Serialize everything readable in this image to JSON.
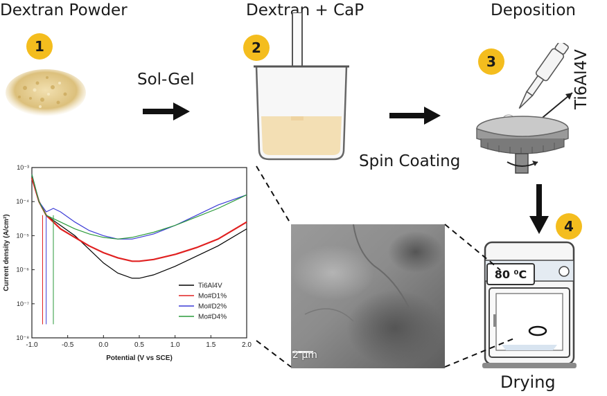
{
  "steps": {
    "s1": {
      "title": "Dextran Powder",
      "number": "1"
    },
    "s2": {
      "title": "Dextran + CaP",
      "number": "2"
    },
    "s3": {
      "title": "Deposition",
      "number": "3"
    },
    "s4": {
      "number": "4",
      "label": "Drying"
    }
  },
  "labels": {
    "sol_gel": "Sol-Gel",
    "spin_coating": "Spin Coating",
    "substrate": "Ti6Al4V",
    "oven_temp": "80 ⁰C",
    "scale_bar": "2 µm"
  },
  "colors": {
    "badge": "#f4bd1e",
    "beaker_liquid": "#f3dfb4",
    "powder": "#d9bf7a",
    "arrow": "#111111"
  },
  "chart_data": {
    "type": "line",
    "xlabel": "Potential (V vs SCE)",
    "ylabel": "Current density (A/cm²)",
    "xlim": [
      -1.0,
      2.0
    ],
    "ylim_log10": [
      -8,
      -3
    ],
    "y_scale": "log",
    "x_ticks": [
      "-1.0",
      "-0.5",
      "0.0",
      "0.5",
      "1.0",
      "1.5",
      "2.0"
    ],
    "y_ticks": [
      "10⁻³",
      "10⁻⁴",
      "10⁻⁵",
      "10⁻⁶",
      "10⁻⁷",
      "10⁻⁸"
    ],
    "legend_position": "bottom-right",
    "series": [
      {
        "name": "Ti6Al4V",
        "color": "#000000",
        "x": [
          -1.0,
          -0.9,
          -0.8,
          -0.7,
          -0.6,
          -0.4,
          -0.2,
          0.0,
          0.2,
          0.4,
          0.5,
          0.7,
          1.0,
          1.3,
          1.6,
          2.0
        ],
        "y": [
          -3.3,
          -4.0,
          -4.4,
          -4.55,
          -4.7,
          -5.0,
          -5.4,
          -5.8,
          -6.1,
          -6.25,
          -6.25,
          -6.15,
          -5.9,
          -5.6,
          -5.3,
          -4.8
        ]
      },
      {
        "name": "Mo#D1%",
        "color": "#e02020",
        "x": [
          -1.0,
          -0.9,
          -0.8,
          -0.7,
          -0.6,
          -0.4,
          -0.2,
          0.0,
          0.2,
          0.4,
          0.5,
          0.7,
          1.0,
          1.3,
          1.6,
          2.0
        ],
        "y": [
          -3.3,
          -4.0,
          -4.4,
          -4.6,
          -4.8,
          -5.05,
          -5.3,
          -5.5,
          -5.65,
          -5.75,
          -5.75,
          -5.7,
          -5.55,
          -5.35,
          -5.1,
          -4.6
        ]
      },
      {
        "name": "Mo#D2%",
        "color": "#3a3ad6",
        "x": [
          -1.0,
          -0.9,
          -0.8,
          -0.7,
          -0.6,
          -0.4,
          -0.2,
          0.0,
          0.2,
          0.4,
          0.5,
          0.7,
          1.0,
          1.3,
          1.6,
          2.0
        ],
        "y": [
          -3.2,
          -4.0,
          -4.3,
          -4.2,
          -4.3,
          -4.6,
          -4.85,
          -5.0,
          -5.1,
          -5.1,
          -5.05,
          -4.95,
          -4.7,
          -4.4,
          -4.1,
          -3.8
        ]
      },
      {
        "name": "Mo#D4%",
        "color": "#2a9a3a",
        "x": [
          -1.0,
          -0.9,
          -0.8,
          -0.7,
          -0.6,
          -0.4,
          -0.2,
          0.0,
          0.2,
          0.4,
          0.5,
          0.7,
          1.0,
          1.3,
          1.6,
          2.0
        ],
        "y": [
          -3.2,
          -4.0,
          -4.4,
          -4.5,
          -4.6,
          -4.8,
          -4.95,
          -5.05,
          -5.1,
          -5.05,
          -5.0,
          -4.9,
          -4.7,
          -4.45,
          -4.2,
          -3.8
        ]
      }
    ]
  }
}
